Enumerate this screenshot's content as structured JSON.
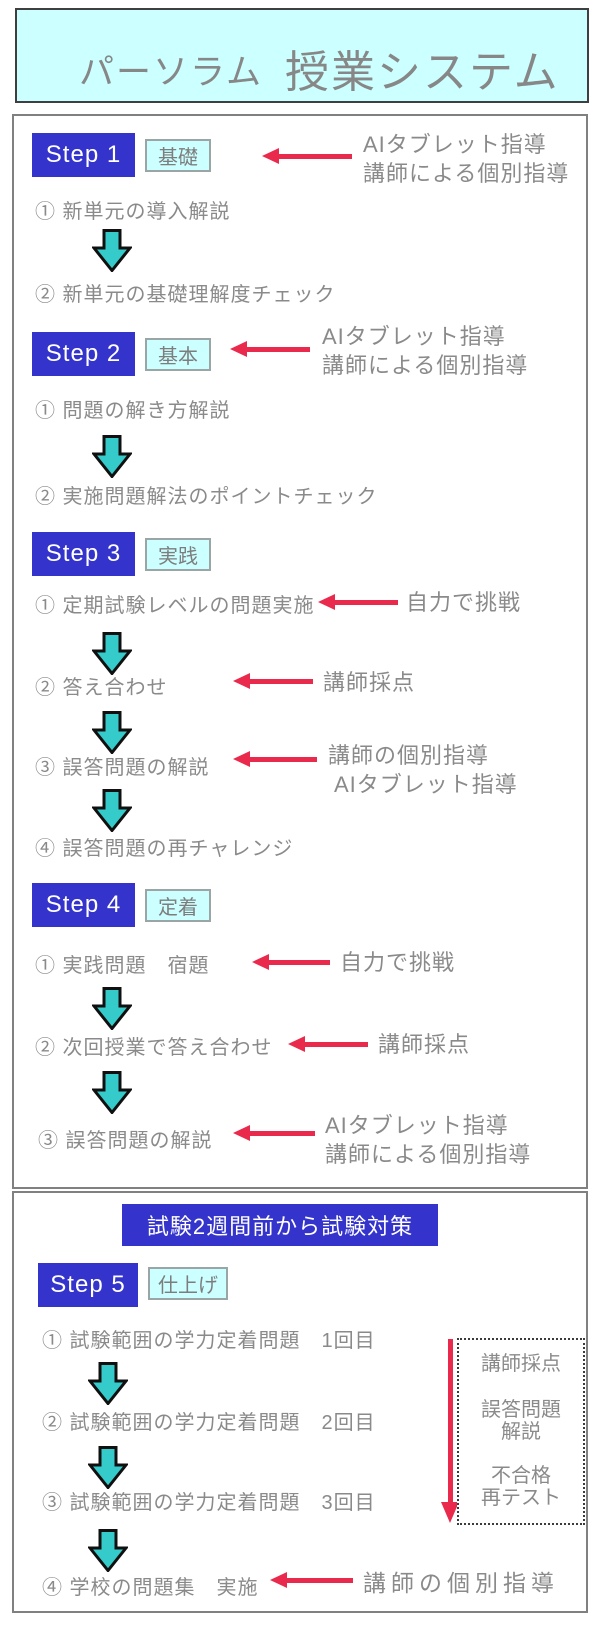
{
  "header": {
    "brand": "パーソラム",
    "title": "授業システム"
  },
  "colors": {
    "step_blue": "#3434cc",
    "tag_cyan": "#ccffff",
    "arrow_teal": "#35cbcb",
    "arrow_red": "#e92a4c",
    "text_gray": "#8a8a8a"
  },
  "step1": {
    "label": "Step 1",
    "tag": "基礎",
    "note_line1": "AIタブレット指導",
    "note_line2": "講師による個別指導",
    "item1": "① 新単元の導入解説",
    "item2": "② 新単元の基礎理解度チェック"
  },
  "step2": {
    "label": "Step 2",
    "tag": "基本",
    "note_line1": "AIタブレット指導",
    "note_line2": "講師による個別指導",
    "item1": "① 問題の解き方解説",
    "item2": "② 実施問題解法のポイントチェック"
  },
  "step3": {
    "label": "Step 3",
    "tag": "実践",
    "item1": "① 定期試験レベルの問題実施",
    "item1_note": "自力で挑戦",
    "item2": "② 答え合わせ",
    "item2_note": "講師採点",
    "item3": "③ 誤答問題の解説",
    "item3_note_line1": "講師の個別指導",
    "item3_note_line2": "AIタブレット指導",
    "item4": "④ 誤答問題の再チャレンジ"
  },
  "step4": {
    "label": "Step 4",
    "tag": "定着",
    "item1": "① 実践問題　宿題",
    "item1_note": "自力で挑戦",
    "item2": "② 次回授業で答え合わせ",
    "item2_note": "講師採点",
    "item3": "③ 誤答問題の解説",
    "item3_note_line1": "AIタブレット指導",
    "item3_note_line2": "講師による個別指導"
  },
  "step5": {
    "banner": "試験2週間前から試験対策",
    "label": "Step 5",
    "tag": "仕上げ",
    "item1": "① 試験範囲の学力定着問題　1回目",
    "item2": "② 試験範囲の学力定着問題　2回目",
    "item3": "③ 試験範囲の学力定着問題　3回目",
    "item4": "④ 学校の問題集　実施",
    "item4_note": "講師の個別指導",
    "side_note": {
      "line1": "講師採点",
      "line2": "誤答問題",
      "line3": "解説",
      "line4": "不合格",
      "line5": "再テスト"
    }
  }
}
